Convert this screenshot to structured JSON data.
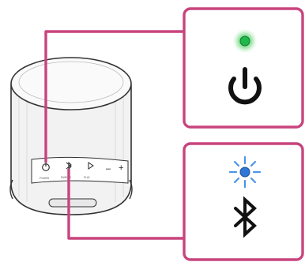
{
  "colors": {
    "callout_border": "#c8447e",
    "led_power": "#1fb84a",
    "led_power_glow": "#a8e8b0",
    "led_bluetooth": "#2f78d6",
    "led_bluetooth_rays": "#7fb8f0",
    "speaker_outline": "#333333",
    "speaker_fill": "#f0f0f0"
  },
  "speaker": {
    "buttons": {
      "power_label": "POWER",
      "bluetooth_label": "PAIRING",
      "play_label": "PLAY",
      "volume_minus": "–",
      "volume_plus": "+"
    }
  },
  "callouts": {
    "power": {
      "led_state": "on",
      "led_color": "green",
      "icon": "power-icon"
    },
    "bluetooth": {
      "led_state": "flashing",
      "led_color": "blue",
      "icon": "bluetooth-icon"
    }
  }
}
